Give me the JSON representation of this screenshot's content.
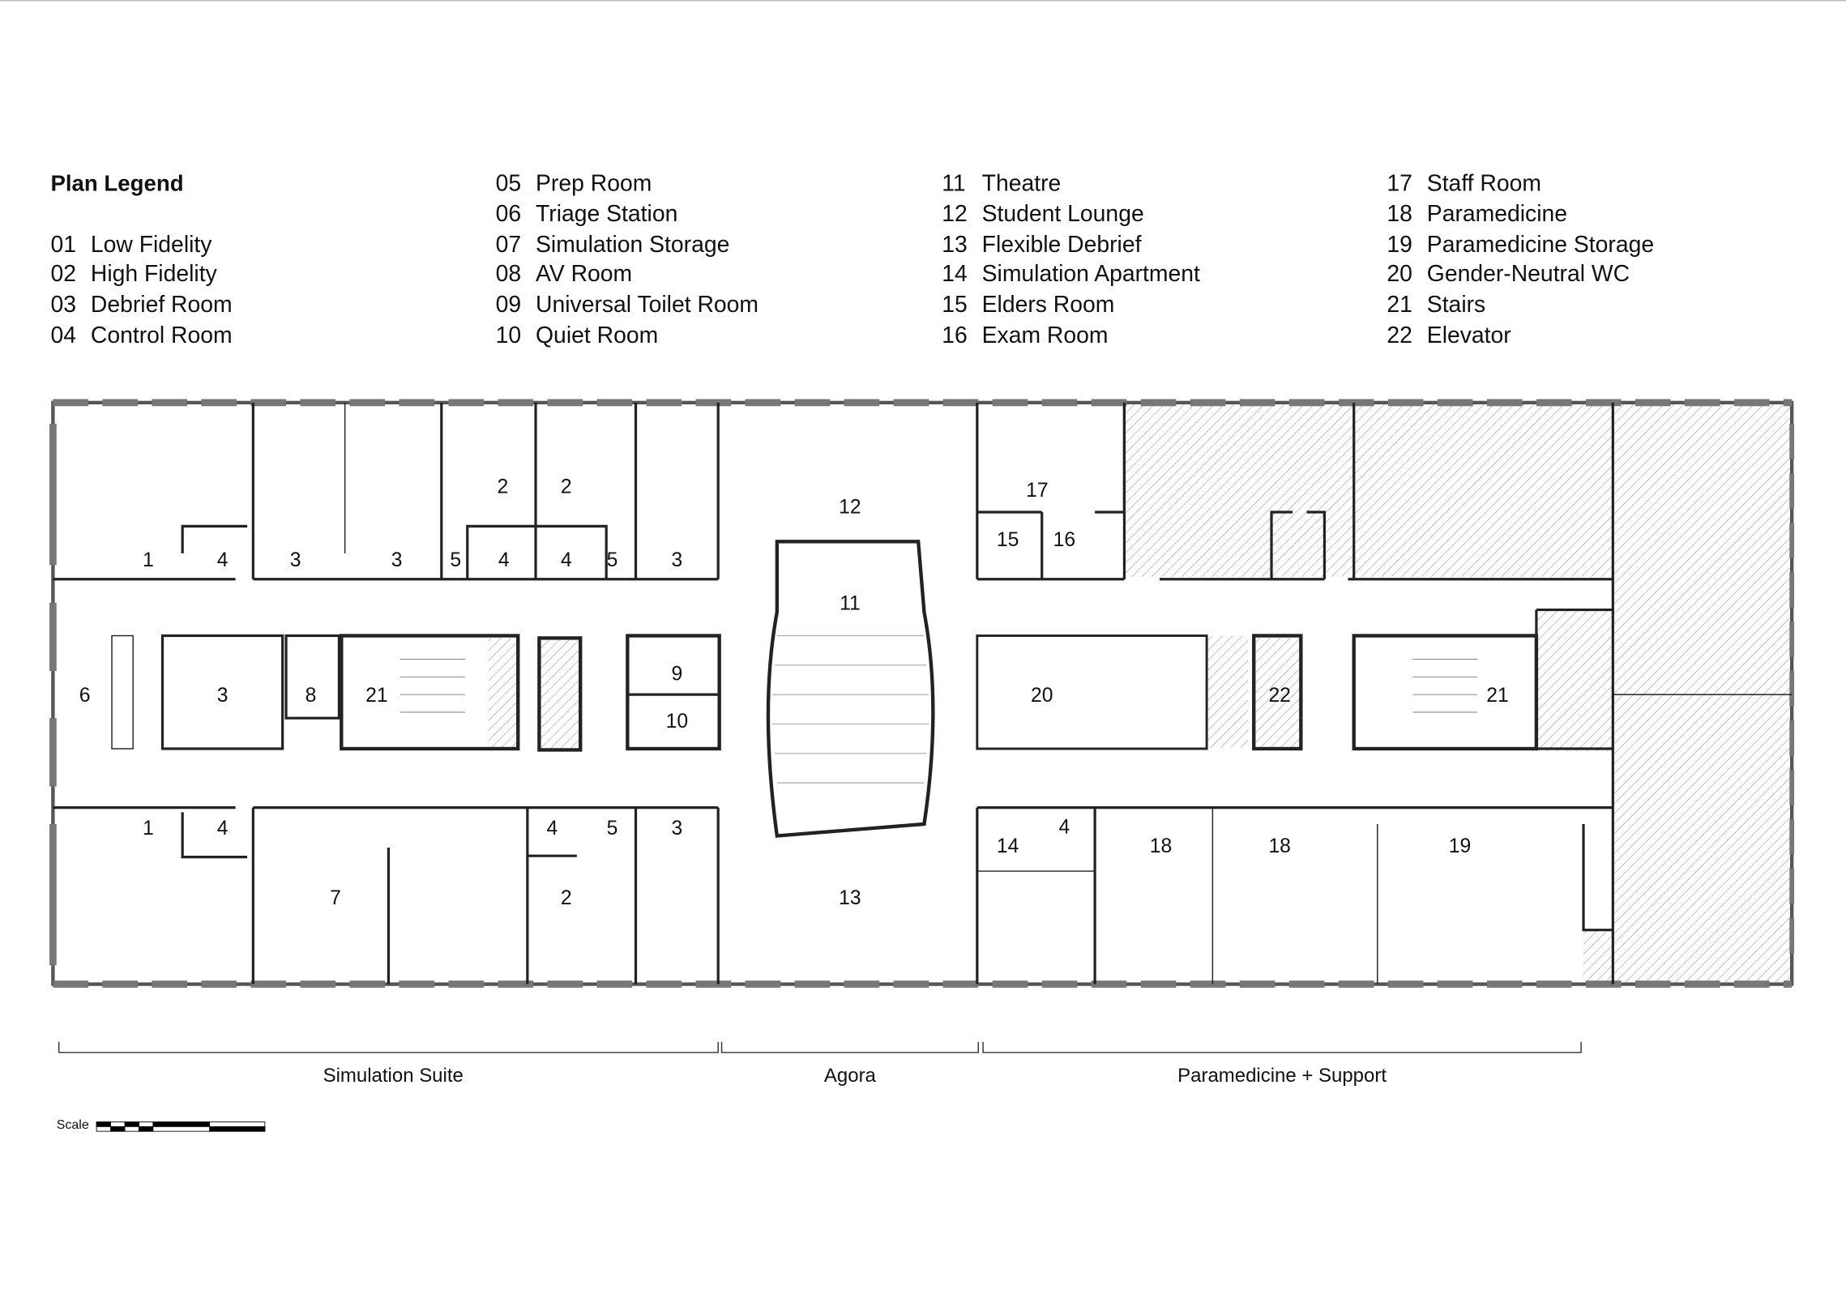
{
  "legend": {
    "title": "Plan Legend",
    "items": [
      {
        "num": "01",
        "name": "Low Fidelity"
      },
      {
        "num": "02",
        "name": "High Fidelity"
      },
      {
        "num": "03",
        "name": "Debrief Room"
      },
      {
        "num": "04",
        "name": "Control Room"
      },
      {
        "num": "05",
        "name": "Prep Room"
      },
      {
        "num": "06",
        "name": "Triage Station"
      },
      {
        "num": "07",
        "name": "Simulation Storage"
      },
      {
        "num": "08",
        "name": "AV Room"
      },
      {
        "num": "09",
        "name": "Universal Toilet Room"
      },
      {
        "num": "10",
        "name": "Quiet Room"
      },
      {
        "num": "11",
        "name": "Theatre"
      },
      {
        "num": "12",
        "name": "Student Lounge"
      },
      {
        "num": "13",
        "name": "Flexible Debrief"
      },
      {
        "num": "14",
        "name": "Simulation Apartment"
      },
      {
        "num": "15",
        "name": "Elders Room"
      },
      {
        "num": "16",
        "name": "Exam Room"
      },
      {
        "num": "17",
        "name": "Staff Room"
      },
      {
        "num": "18",
        "name": "Paramedicine"
      },
      {
        "num": "19",
        "name": "Paramedicine Storage"
      },
      {
        "num": "20",
        "name": "Gender-Neutral WC"
      },
      {
        "num": "21",
        "name": "Stairs"
      },
      {
        "num": "22",
        "name": "Elevator"
      }
    ]
  },
  "plan": {
    "room_labels": [
      "1",
      "4",
      "3",
      "3",
      "5",
      "4",
      "4",
      "5",
      "3",
      "2",
      "2",
      "12",
      "17",
      "15",
      "16",
      "11",
      "6",
      "3",
      "8",
      "21",
      "9",
      "10",
      "20",
      "22",
      "21",
      "1",
      "4",
      "4",
      "5",
      "3",
      "7",
      "2",
      "13",
      "14",
      "4",
      "18",
      "18",
      "19"
    ]
  },
  "sections": [
    "Simulation Suite",
    "Agora",
    "Paramedicine + Support"
  ],
  "scale": {
    "label": "Scale"
  }
}
